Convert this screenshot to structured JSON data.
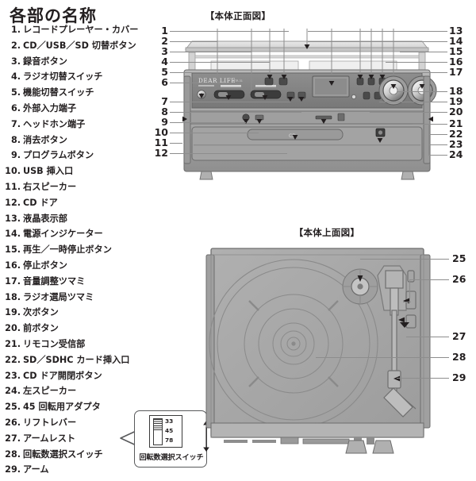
{
  "page": {
    "title": "各部の名称"
  },
  "parts_list": [
    {
      "num": "1.",
      "label": "レコードプレーヤー・カバー"
    },
    {
      "num": "2.",
      "label": "CD／USB／SD 切替ボタン"
    },
    {
      "num": "3.",
      "label": "録音ボタン"
    },
    {
      "num": "4.",
      "label": "ラジオ切替スイッチ"
    },
    {
      "num": "5.",
      "label": "機能切替スイッチ"
    },
    {
      "num": "6.",
      "label": "外部入力端子"
    },
    {
      "num": "7.",
      "label": "ヘッドホン端子"
    },
    {
      "num": "8.",
      "label": "消去ボタン"
    },
    {
      "num": "9.",
      "label": "プログラムボタン"
    },
    {
      "num": "10.",
      "label": "USB 挿入口"
    },
    {
      "num": "11.",
      "label": "右スピーカー"
    },
    {
      "num": "12.",
      "label": "CD ドア"
    },
    {
      "num": "13.",
      "label": "液晶表示部"
    },
    {
      "num": "14.",
      "label": "電源インジケーター"
    },
    {
      "num": "15.",
      "label": "再生／一時停止ボタン"
    },
    {
      "num": "16.",
      "label": "停止ボタン"
    },
    {
      "num": "17.",
      "label": "音量調整ツマミ"
    },
    {
      "num": "18.",
      "label": "ラジオ選局ツマミ"
    },
    {
      "num": "19.",
      "label": "次ボタン"
    },
    {
      "num": "20.",
      "label": "前ボタン"
    },
    {
      "num": "21.",
      "label": "リモコン受信部"
    },
    {
      "num": "22.",
      "label": "SD／SDHC カード挿入口"
    },
    {
      "num": "23.",
      "label": "CD ドア開閉ボタン"
    },
    {
      "num": "24.",
      "label": "左スピーカー"
    },
    {
      "num": "25.",
      "label": "45 回転用アダプタ"
    },
    {
      "num": "26.",
      "label": "リフトレバー"
    },
    {
      "num": "27.",
      "label": "アームレスト"
    },
    {
      "num": "28.",
      "label": "回転数選択スイッチ"
    },
    {
      "num": "29.",
      "label": "アーム"
    }
  ],
  "callout": {
    "caption": "回転数選択スイッチ",
    "speeds": [
      "33",
      "45",
      "78"
    ]
  },
  "diagrams": {
    "front": {
      "title": "【本体正面図】",
      "brand": "DEAR LIFE",
      "left_numbers": [
        "1",
        "2",
        "3",
        "4",
        "5",
        "6",
        "7",
        "8",
        "9",
        "10",
        "11",
        "12"
      ],
      "right_numbers": [
        "13",
        "14",
        "15",
        "16",
        "17",
        "18",
        "19",
        "20",
        "21",
        "22",
        "23",
        "24"
      ]
    },
    "top": {
      "title": "【本体上面図】",
      "right_numbers": [
        "25",
        "26",
        "27",
        "28",
        "29"
      ]
    }
  },
  "colors": {
    "ink": "#231f20",
    "body_gray": "#a8a8a8",
    "panel_dark": "#7a7a7a",
    "leader": "#8d8d8d",
    "outline": "#58595b",
    "paper": "#ffffff"
  }
}
